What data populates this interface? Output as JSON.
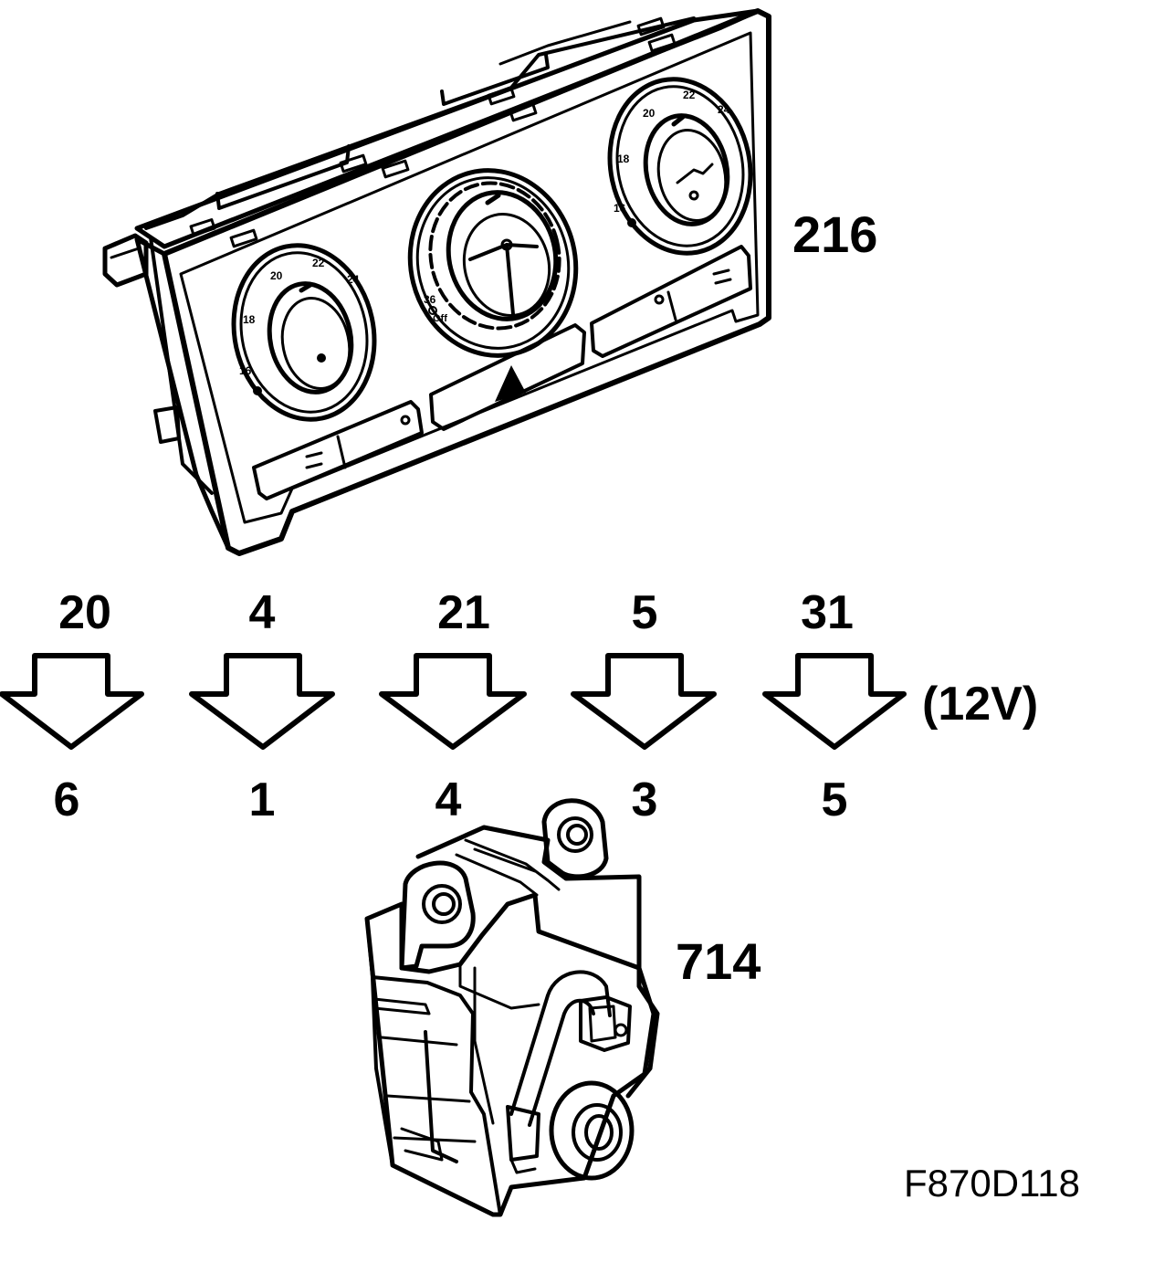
{
  "part_labels": {
    "control_panel": "216",
    "actuator": "714"
  },
  "figure_code": "F870D118",
  "voltage_label": "(12V)",
  "pin_pairs": [
    {
      "from": "20",
      "to": "6"
    },
    {
      "from": "4",
      "to": "1"
    },
    {
      "from": "21",
      "to": "4"
    },
    {
      "from": "5",
      "to": "3"
    },
    {
      "from": "31",
      "to": "5"
    }
  ],
  "left_dial_ticks": [
    "16",
    "18",
    "20",
    "22",
    "24"
  ],
  "right_dial_ticks": [
    "16",
    "18",
    "20",
    "22",
    "24"
  ],
  "center_dial_ticks": [
    "36",
    "Off"
  ]
}
